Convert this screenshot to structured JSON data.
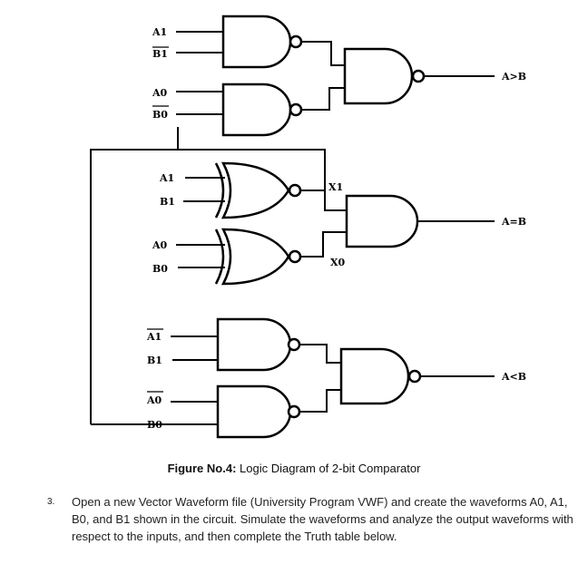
{
  "diagram": {
    "inputs": {
      "g1_a": "A1",
      "g1_b": "B1",
      "g2_a": "A0",
      "g2_b": "B0",
      "x1_a": "A1",
      "x1_b": "B1",
      "x2_a": "A0",
      "x2_b": "B0",
      "g6_a": "A1",
      "g6_b": "B1",
      "g7_a": "A0",
      "g7_b": "B0"
    },
    "intermediate": {
      "x1": "X1",
      "x0": "X0"
    },
    "outputs": {
      "gt": "A>B",
      "eq": "A=B",
      "lt": "A<B"
    }
  },
  "caption": {
    "bold": "Figure No.4:",
    "text": " Logic Diagram of 2-bit Comparator"
  },
  "step": {
    "number": "3.",
    "text": "Open a new Vector Waveform file (University Program VWF) and create the waveforms A0, A1, B0, and B1 shown in the circuit. Simulate the waveforms and analyze the output waveforms with respect to the inputs, and then complete the Truth table below."
  }
}
